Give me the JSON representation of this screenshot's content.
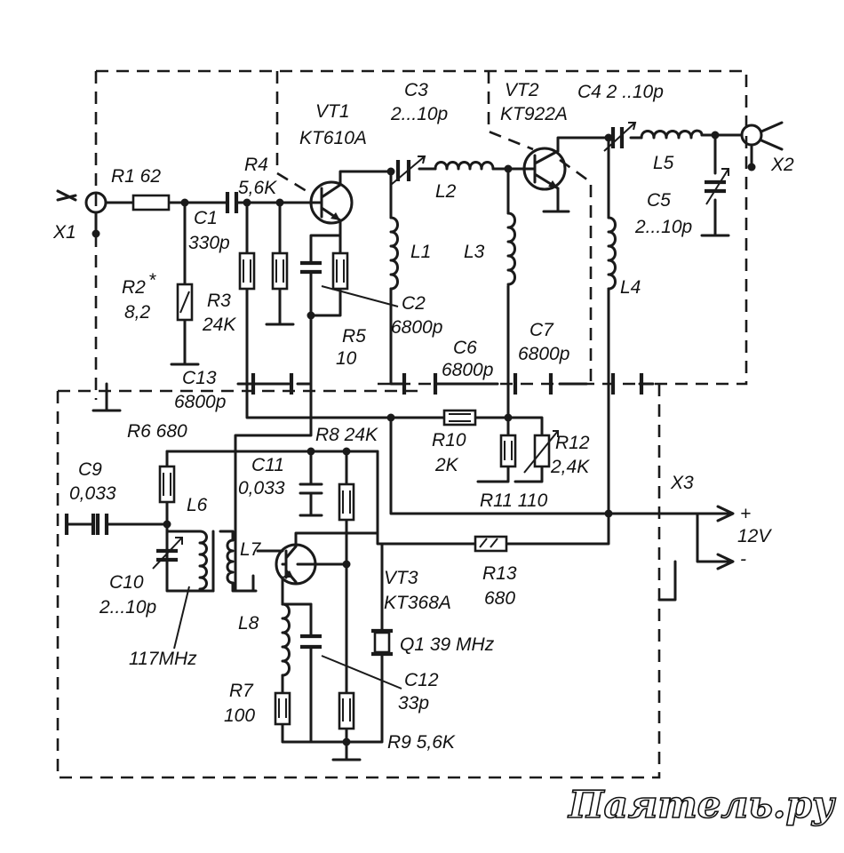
{
  "labels": {
    "r1": "R1 62",
    "x1": "X1",
    "r2": "R2",
    "r2_mark": "*",
    "r2_value": "8,2",
    "c1": "C1",
    "c1_value": "330p",
    "r3": "R3",
    "r3_value": "24K",
    "r4": "R4",
    "r4_value": "5,6K",
    "vt1": "VT1",
    "vt1_type": "KT610A",
    "c3": "C3",
    "c3_value": "2...10p",
    "vt2": "VT2",
    "vt2_type": "KT922A",
    "c4": "C4 2 ..10p",
    "x2": "X2",
    "l1": "L1",
    "l2": "L2",
    "l3": "L3",
    "l4": "L4",
    "l5": "L5",
    "c5": "C5",
    "c5_value": "2...10p",
    "c2": "C2",
    "c2_value": "6800p",
    "r5": "R5",
    "r5_value": "10",
    "c6": "C6",
    "c6_value": "6800p",
    "c7": "C7",
    "c7_value": "6800p",
    "c13": "C13",
    "c13_value": "6800p",
    "r6": "R6 680",
    "r8": "R8 24K",
    "r10": "R10",
    "r10_value": "2K",
    "r12": "R12",
    "r12_value": "2,4K",
    "r11": "R11 110",
    "c9": "C9",
    "c9_value": "0,033",
    "c11": "C11",
    "c11_value": "0,033",
    "l6": "L6",
    "l7": "L7",
    "l8": "L8",
    "c10": "C10",
    "c10_value": "2...10p",
    "freq_117": "117MHz",
    "x3": "X3",
    "plus": "+",
    "minus": "-",
    "v12": "12V",
    "r13": "R13",
    "r13_value": "680",
    "vt3": "VT3",
    "vt3_type": "KT368A",
    "q1": "Q1  39 MHz",
    "c12": "C12",
    "c12_value": "33p",
    "r7": "R7",
    "r7_value": "100",
    "r9": "R9 5,6K"
  },
  "watermark": "Паятель.ру"
}
